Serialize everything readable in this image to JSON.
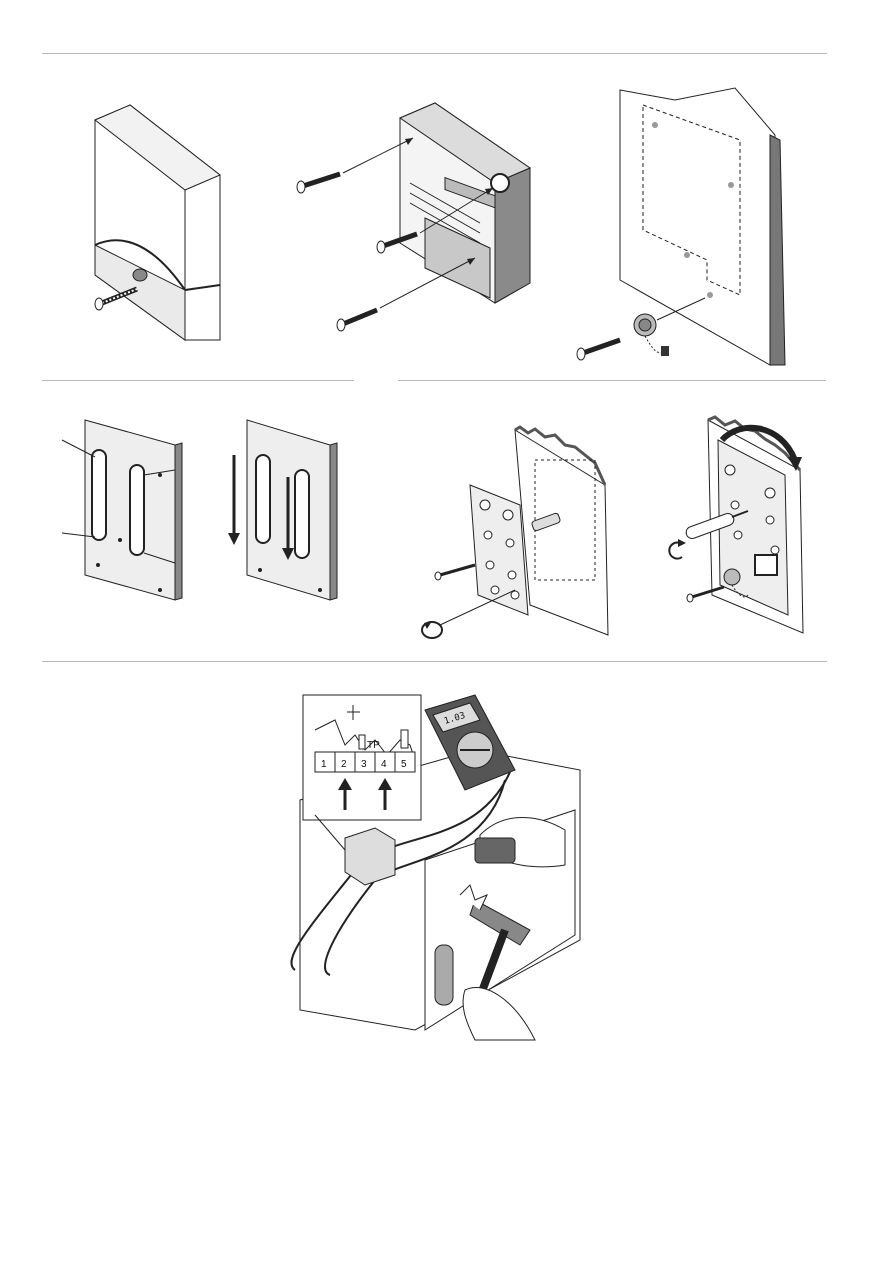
{
  "terminal_block": {
    "terminals": [
      "1",
      "2",
      "3",
      "4",
      "5"
    ],
    "tp_label": "TP"
  },
  "multimeter": {
    "display": "1.03"
  },
  "colors": {
    "line": "#222222",
    "panel_gray": "#e8e8e8",
    "dark_gray": "#777777",
    "rule": "#b8b8b8"
  },
  "icons": [
    "screw-icon",
    "wall-plug-icon",
    "arrow-down-icon",
    "rotate-icon",
    "multimeter-icon",
    "hammer-icon",
    "hand-icon",
    "handle-icon"
  ]
}
